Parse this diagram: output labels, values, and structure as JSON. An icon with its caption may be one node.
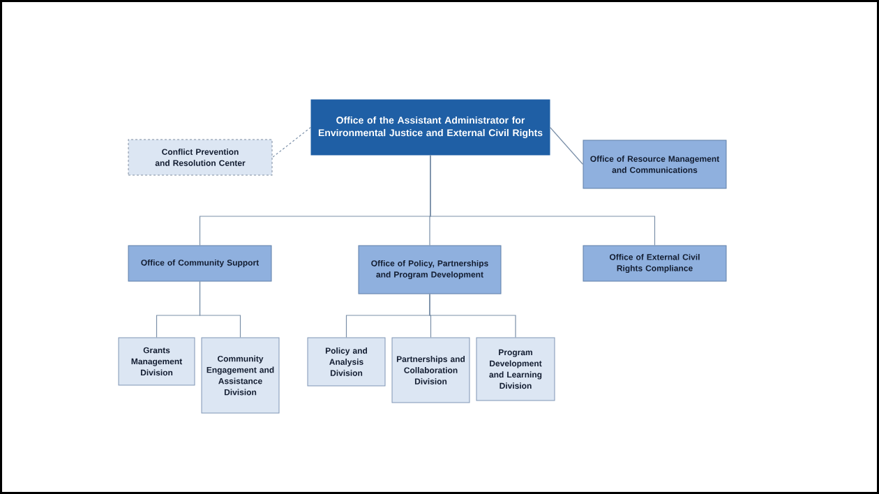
{
  "diagram": {
    "nodes": [
      {
        "text": [
          "Office of the Assistant Administrator for Environmental Justice and External Civil Rights"
        ]
      },
      {
        "text": [
          "Conflict Prevention and Resolution Center"
        ]
      },
      {
        "text": [
          "Office of Resource Management and Communications"
        ]
      },
      {
        "text": [
          "Office of Community Support"
        ]
      },
      {
        "text": [
          "Office of Policy, Partnerships and Program Development"
        ]
      },
      {
        "text": [
          "Office of External Civil Rights Compliance"
        ]
      },
      {
        "text": [
          "Grants Management Division"
        ]
      },
      {
        "text": [
          "Community Engagement and Assistance Division"
        ]
      },
      {
        "text": [
          "Policy and Analysis Division"
        ]
      },
      {
        "text": [
          "Partnerships and Collaboration Division"
        ]
      },
      {
        "text": [
          "Program Development and Learning Division"
        ]
      }
    ],
    "edges": [
      {
        "from": 0,
        "to": 1,
        "arrow": "none",
        "style": "dashed"
      },
      {
        "from": 0,
        "to": 2,
        "arrow": "none"
      },
      {
        "from": 0,
        "to": 3,
        "arrow": "none"
      },
      {
        "from": 0,
        "to": 4,
        "arrow": "none"
      },
      {
        "from": 0,
        "to": 5,
        "arrow": "none"
      },
      {
        "from": 3,
        "to": 6,
        "arrow": "none"
      },
      {
        "from": 3,
        "to": 7,
        "arrow": "none"
      },
      {
        "from": 4,
        "to": 8,
        "arrow": "none"
      },
      {
        "from": 4,
        "to": 9,
        "arrow": "none"
      },
      {
        "from": 4,
        "to": 10,
        "arrow": "none"
      }
    ]
  }
}
